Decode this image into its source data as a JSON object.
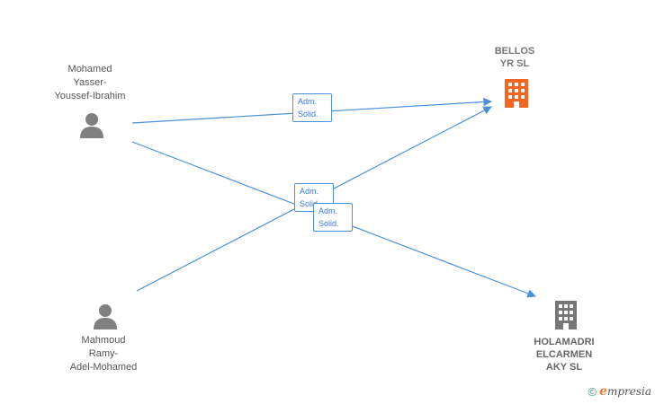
{
  "people": [
    {
      "id": "p1",
      "name_lines": [
        "Mohamed",
        "Yasser-",
        "Youssef-Ibrahim"
      ],
      "icon": "person-icon"
    },
    {
      "id": "p2",
      "name_lines": [
        "Mahmoud",
        "Ramy-",
        "Adel-Mohamed"
      ],
      "icon": "person-icon"
    }
  ],
  "companies": [
    {
      "id": "c1",
      "name_lines": [
        "BELLOS",
        "YR  SL"
      ],
      "icon": "building-icon",
      "color": "#f26522"
    },
    {
      "id": "c2",
      "name_lines": [
        "HOLAMADRI",
        "ELCARMEN",
        "AKY  SL"
      ],
      "icon": "building-icon",
      "color": "#777777"
    }
  ],
  "relations": [
    {
      "from": "p1",
      "to": "c1",
      "role_lines": [
        "Adm.",
        "Solid."
      ]
    },
    {
      "from": "p2",
      "to": "c1",
      "role_lines": [
        "Adm.",
        "Solid."
      ]
    },
    {
      "from": "p1",
      "to": "c2",
      "role_lines": [
        "Adm.",
        "Solid."
      ]
    }
  ],
  "footer": {
    "copyright_symbol": "©",
    "brand_initial": "e",
    "brand_rest": "mpresia"
  },
  "colors": {
    "edge": "#4a90d9",
    "person": "#808080"
  }
}
